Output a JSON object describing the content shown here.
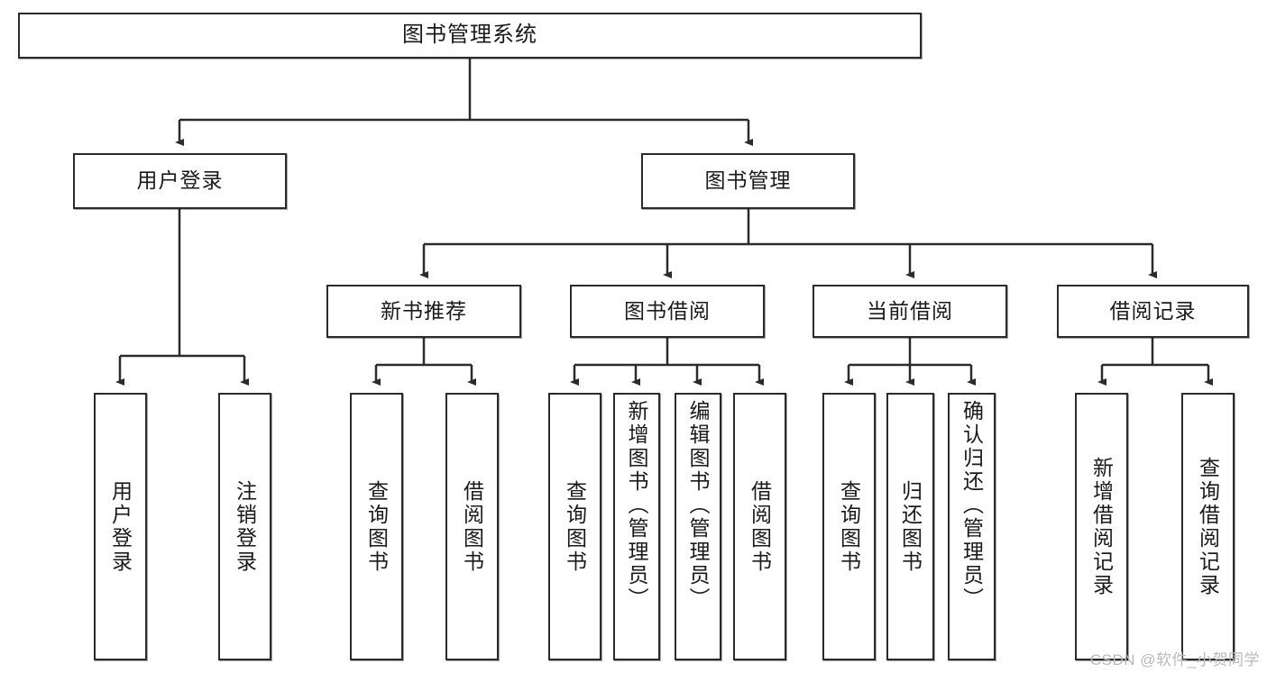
{
  "diagram": {
    "type": "tree",
    "title": "图书管理系统",
    "root": {
      "id": "root",
      "label": "图书管理系统"
    },
    "level2": [
      {
        "id": "user-login",
        "label": "用户登录"
      },
      {
        "id": "book-manage",
        "label": "图书管理"
      }
    ],
    "level3": [
      {
        "id": "new-book-rec",
        "label": "新书推荐",
        "parent": "book-manage"
      },
      {
        "id": "book-borrow",
        "label": "图书借阅",
        "parent": "book-manage"
      },
      {
        "id": "current-borrow",
        "label": "当前借阅",
        "parent": "book-manage"
      },
      {
        "id": "borrow-record",
        "label": "借阅记录",
        "parent": "book-manage"
      }
    ],
    "leaves": [
      {
        "id": "leaf-user-login",
        "label": "用户登录",
        "parent": "user-login"
      },
      {
        "id": "leaf-logout",
        "label": "注销登录",
        "parent": "user-login"
      },
      {
        "id": "leaf-query-book-1",
        "label": "查询图书",
        "parent": "new-book-rec"
      },
      {
        "id": "leaf-borrow-book-1",
        "label": "借阅图书",
        "parent": "new-book-rec"
      },
      {
        "id": "leaf-query-book-2",
        "label": "查询图书",
        "parent": "book-borrow"
      },
      {
        "id": "leaf-add-book",
        "label": "新增图书（管理员）",
        "parent": "book-borrow"
      },
      {
        "id": "leaf-edit-book",
        "label": "编辑图书（管理员）",
        "parent": "book-borrow"
      },
      {
        "id": "leaf-borrow-book-2",
        "label": "借阅图书",
        "parent": "book-borrow"
      },
      {
        "id": "leaf-query-book-3",
        "label": "查询图书",
        "parent": "current-borrow"
      },
      {
        "id": "leaf-return-book",
        "label": "归还图书",
        "parent": "current-borrow"
      },
      {
        "id": "leaf-confirm-return",
        "label": "确认归还（管理员）",
        "parent": "current-borrow"
      },
      {
        "id": "leaf-add-record",
        "label": "新增借阅记录",
        "parent": "borrow-record"
      },
      {
        "id": "leaf-query-record",
        "label": "查询借阅记录",
        "parent": "borrow-record"
      }
    ]
  },
  "watermark": {
    "text": "CSDN @软件_小贺同学"
  },
  "colors": {
    "box_border": "#2b2b2b",
    "box_fill": "#ffffff",
    "line": "#2b2b2b",
    "text": "#1a1a1a",
    "watermark": "#b9b9b9",
    "background": "#ffffff"
  }
}
